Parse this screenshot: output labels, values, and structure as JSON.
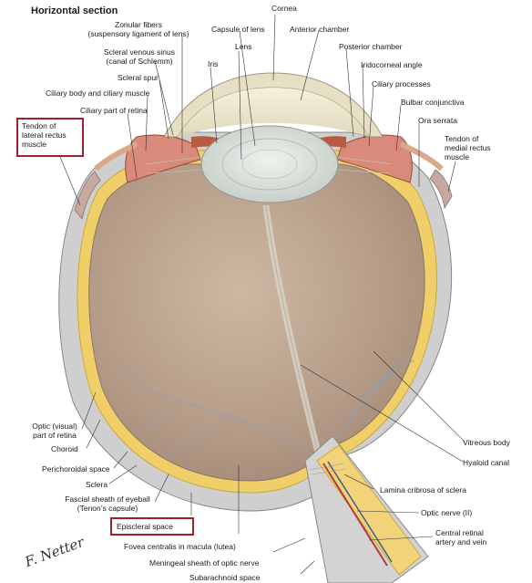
{
  "title": "Horizontal section",
  "signature": "F. Netter",
  "labels": {
    "cornea": "Cornea",
    "zonular_fibers": "Zonular fibers",
    "zonular_fibers_2": "(suspensory ligament of lens)",
    "capsule_of_lens": "Capsule of lens",
    "anterior_chamber": "Anterior chamber",
    "scleral_venous_sinus": "Scleral venous sinus",
    "scleral_venous_sinus_2": "(canal of Schlemm)",
    "lens": "Lens",
    "posterior_chamber": "Posterior chamber",
    "iris": "Iris",
    "iridocorneal_angle": "Iridocorneal angle",
    "scleral_spur": "Scleral spur",
    "ciliary_processes": "Ciliary processes",
    "ciliary_body_muscle": "Ciliary body and ciliary muscle",
    "bulbar_conjunctiva": "Bulbar conjunctiva",
    "ciliary_part_retina": "Ciliary part of retina",
    "ora_serrata": "Ora serrata",
    "tendon_lateral": [
      "Tendon of",
      "lateral rectus",
      "muscle"
    ],
    "tendon_medial": [
      "Tendon of",
      "medial rectus",
      "muscle"
    ],
    "optic_part_retina": [
      "Optic (visual)",
      "part of retina"
    ],
    "choroid": "Choroid",
    "perichoroidal_space": "Perichoroidal space",
    "sclera": "Sclera",
    "fascial_sheath": [
      "Fascial sheath of eyeball",
      "(Tenon’s capsule)"
    ],
    "episcleral_space": "Episcleral space",
    "fovea": "Fovea centralis in macula (lutea)",
    "meningeal_sheath": "Meningeal sheath of optic nerve",
    "subarachnoid_space": "Subarachnoid space",
    "vitreous_body": "Vitreous body",
    "hyaloid_canal": "Hyaloid canal",
    "lamina_cribrosa": "Lamina cribrosa of sclera",
    "optic_nerve": "Optic nerve (II)",
    "central_retinal": [
      "Central retinal",
      "artery and vein"
    ]
  },
  "highlight_color": "#a1212a"
}
